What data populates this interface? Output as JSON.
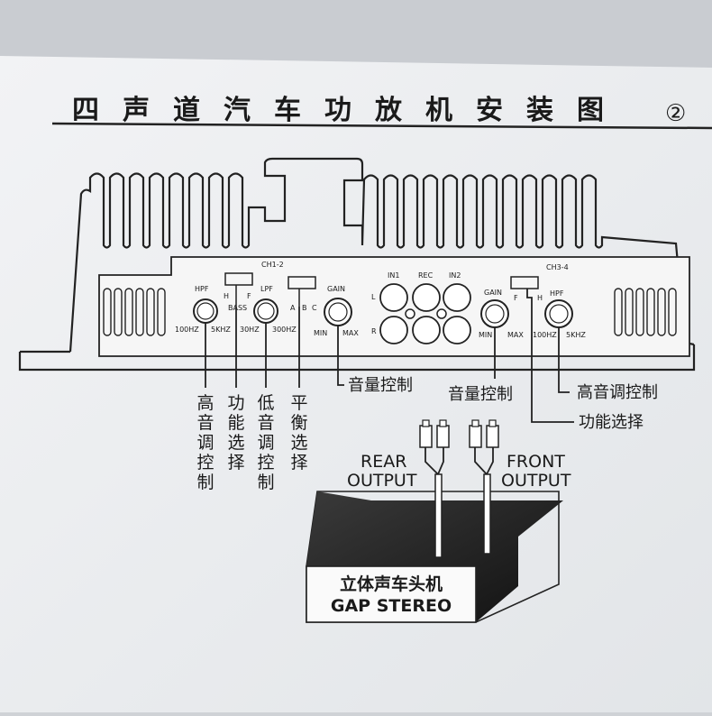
{
  "title": "四声道汽车功放机安装图",
  "page_mark": "②",
  "ch12": "CH1-2",
  "ch34": "CH3-4",
  "left_panel": {
    "hpf": "HPF",
    "h": "H",
    "f": "F",
    "bass": "BASS",
    "hz100": "100HZ",
    "khz5": "5KHZ",
    "lpf": "LPF",
    "hz30": "30HZ",
    "hz300": "300HZ",
    "a": "A",
    "b": "B",
    "c": "C",
    "gain": "GAIN",
    "min": "MIN",
    "max": "MAX"
  },
  "inputs": {
    "in1": "IN1",
    "rec": "REC",
    "in2": "IN2",
    "l": "L",
    "r": "R"
  },
  "right_panel": {
    "gain": "GAIN",
    "min": "MIN",
    "max": "MAX",
    "f": "F",
    "h": "H",
    "hpf": "HPF",
    "hz100": "100HZ",
    "khz5": "5KHZ"
  },
  "callouts": {
    "vol_left": "音量控制",
    "vol_right": "音量控制",
    "treble_right": "高音调控制",
    "func_right": "功能选择",
    "v1": "高音调控制",
    "v2": "功能选择",
    "v3": "低音调控制",
    "v4": "平衡选择"
  },
  "outputs": {
    "rear_1": "REAR",
    "rear_2": "OUTPUT",
    "front_1": "FRONT",
    "front_2": "OUTPUT"
  },
  "head_unit": {
    "line1": "立体声车头机",
    "line2": "GAP STEREO"
  }
}
